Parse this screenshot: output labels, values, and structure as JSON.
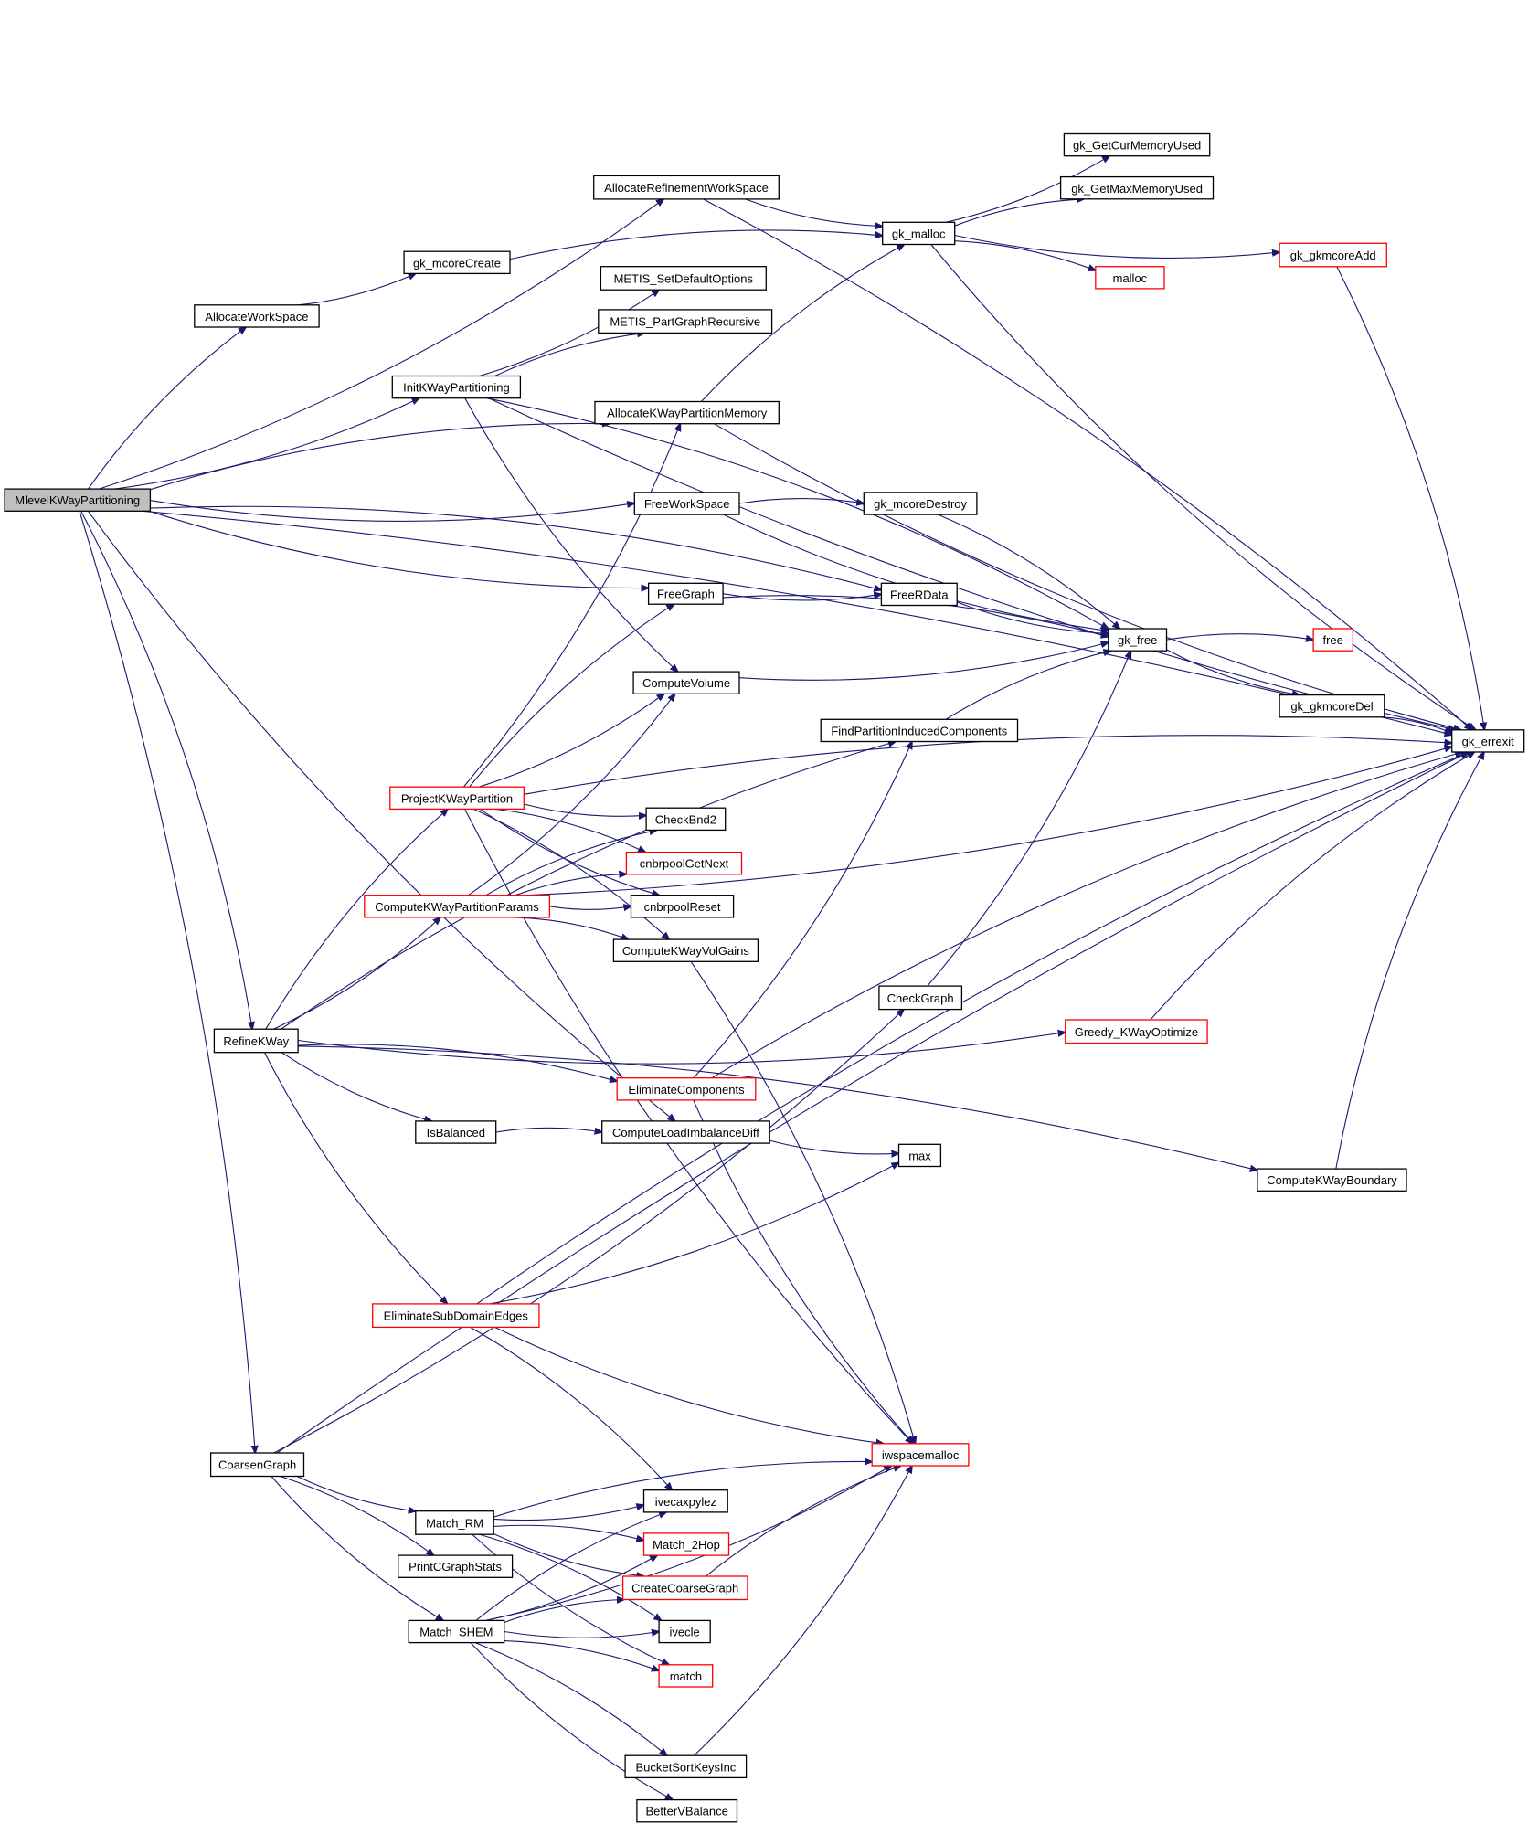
{
  "diagram": {
    "title": "Call graph for MlevelKWayPartitioning",
    "colors": {
      "edge": "#191970",
      "root_fill": "#bfbfbf",
      "node_border": "#000000",
      "external_border": "#ff0000"
    },
    "nodes": [
      {
        "id": "MlevelKWayPartitioning",
        "label": "MlevelKWayPartitioning",
        "kind": "root"
      },
      {
        "id": "AllocateRefinementWorkSpace",
        "label": "AllocateRefinementWorkSpace",
        "kind": "normal"
      },
      {
        "id": "gk_GetCurMemoryUsed",
        "label": "gk_GetCurMemoryUsed",
        "kind": "normal"
      },
      {
        "id": "gk_GetMaxMemoryUsed",
        "label": "gk_GetMaxMemoryUsed",
        "kind": "normal"
      },
      {
        "id": "gk_malloc",
        "label": "gk_malloc",
        "kind": "normal"
      },
      {
        "id": "gk_mcoreCreate",
        "label": "gk_mcoreCreate",
        "kind": "normal"
      },
      {
        "id": "gk_gkmcoreAdd",
        "label": "gk_gkmcoreAdd",
        "kind": "external"
      },
      {
        "id": "malloc",
        "label": "malloc",
        "kind": "external"
      },
      {
        "id": "METIS_SetDefaultOptions",
        "label": "METIS_SetDefaultOptions",
        "kind": "normal"
      },
      {
        "id": "AllocateWorkSpace",
        "label": "AllocateWorkSpace",
        "kind": "normal"
      },
      {
        "id": "METIS_PartGraphRecursive",
        "label": "METIS_PartGraphRecursive",
        "kind": "normal"
      },
      {
        "id": "InitKWayPartitioning",
        "label": "InitKWayPartitioning",
        "kind": "normal"
      },
      {
        "id": "AllocateKWayPartitionMemory",
        "label": "AllocateKWayPartitionMemory",
        "kind": "normal"
      },
      {
        "id": "FreeWorkSpace",
        "label": "FreeWorkSpace",
        "kind": "normal"
      },
      {
        "id": "gk_mcoreDestroy",
        "label": "gk_mcoreDestroy",
        "kind": "normal"
      },
      {
        "id": "FreeGraph",
        "label": "FreeGraph",
        "kind": "normal"
      },
      {
        "id": "FreeRData",
        "label": "FreeRData",
        "kind": "normal"
      },
      {
        "id": "gk_free",
        "label": "gk_free",
        "kind": "normal"
      },
      {
        "id": "free",
        "label": "free",
        "kind": "external"
      },
      {
        "id": "ComputeVolume",
        "label": "ComputeVolume",
        "kind": "normal"
      },
      {
        "id": "gk_gkmcoreDel",
        "label": "gk_gkmcoreDel",
        "kind": "normal"
      },
      {
        "id": "FindPartitionInducedComponents",
        "label": "FindPartitionInducedComponents",
        "kind": "normal"
      },
      {
        "id": "gk_errexit",
        "label": "gk_errexit",
        "kind": "normal"
      },
      {
        "id": "ProjectKWayPartition",
        "label": "ProjectKWayPartition",
        "kind": "external"
      },
      {
        "id": "CheckBnd2",
        "label": "CheckBnd2",
        "kind": "normal"
      },
      {
        "id": "cnbrpoolGetNext",
        "label": "cnbrpoolGetNext",
        "kind": "external"
      },
      {
        "id": "ComputeKWayPartitionParams",
        "label": "ComputeKWayPartitionParams",
        "kind": "external"
      },
      {
        "id": "cnbrpoolReset",
        "label": "cnbrpoolReset",
        "kind": "normal"
      },
      {
        "id": "ComputeKWayVolGains",
        "label": "ComputeKWayVolGains",
        "kind": "normal"
      },
      {
        "id": "CheckGraph",
        "label": "CheckGraph",
        "kind": "normal"
      },
      {
        "id": "RefineKWay",
        "label": "RefineKWay",
        "kind": "normal"
      },
      {
        "id": "Greedy_KWayOptimize",
        "label": "Greedy_KWayOptimize",
        "kind": "external"
      },
      {
        "id": "EliminateComponents",
        "label": "EliminateComponents",
        "kind": "external"
      },
      {
        "id": "IsBalanced",
        "label": "IsBalanced",
        "kind": "normal"
      },
      {
        "id": "ComputeLoadImbalanceDiff",
        "label": "ComputeLoadImbalanceDiff",
        "kind": "normal"
      },
      {
        "id": "max",
        "label": "max",
        "kind": "normal"
      },
      {
        "id": "ComputeKWayBoundary",
        "label": "ComputeKWayBoundary",
        "kind": "normal"
      },
      {
        "id": "EliminateSubDomainEdges",
        "label": "EliminateSubDomainEdges",
        "kind": "external"
      },
      {
        "id": "CoarsenGraph",
        "label": "CoarsenGraph",
        "kind": "normal"
      },
      {
        "id": "iwspacemalloc",
        "label": "iwspacemalloc",
        "kind": "external"
      },
      {
        "id": "ivecaxpylez",
        "label": "ivecaxpylez",
        "kind": "normal"
      },
      {
        "id": "Match_RM",
        "label": "Match_RM",
        "kind": "normal"
      },
      {
        "id": "Match_2Hop",
        "label": "Match_2Hop",
        "kind": "external"
      },
      {
        "id": "PrintCGraphStats",
        "label": "PrintCGraphStats",
        "kind": "normal"
      },
      {
        "id": "CreateCoarseGraph",
        "label": "CreateCoarseGraph",
        "kind": "external"
      },
      {
        "id": "Match_SHEM",
        "label": "Match_SHEM",
        "kind": "normal"
      },
      {
        "id": "ivecle",
        "label": "ivecle",
        "kind": "normal"
      },
      {
        "id": "match",
        "label": "match",
        "kind": "external"
      },
      {
        "id": "BucketSortKeysInc",
        "label": "BucketSortKeysInc",
        "kind": "normal"
      },
      {
        "id": "BetterVBalance",
        "label": "BetterVBalance",
        "kind": "normal"
      }
    ],
    "edges": [
      [
        "MlevelKWayPartitioning",
        "gk_errexit"
      ],
      [
        "MlevelKWayPartitioning",
        "AllocateRefinementWorkSpace"
      ],
      [
        "MlevelKWayPartitioning",
        "AllocateWorkSpace"
      ],
      [
        "MlevelKWayPartitioning",
        "InitKWayPartitioning"
      ],
      [
        "MlevelKWayPartitioning",
        "AllocateKWayPartitionMemory"
      ],
      [
        "MlevelKWayPartitioning",
        "FreeWorkSpace"
      ],
      [
        "MlevelKWayPartitioning",
        "FreeRData"
      ],
      [
        "MlevelKWayPartitioning",
        "FreeGraph"
      ],
      [
        "MlevelKWayPartitioning",
        "RefineKWay"
      ],
      [
        "MlevelKWayPartitioning",
        "ComputeLoadImbalanceDiff"
      ],
      [
        "MlevelKWayPartitioning",
        "CoarsenGraph"
      ],
      [
        "AllocateRefinementWorkSpace",
        "gk_malloc"
      ],
      [
        "AllocateRefinementWorkSpace",
        "gk_errexit"
      ],
      [
        "gk_malloc",
        "gk_GetCurMemoryUsed"
      ],
      [
        "gk_malloc",
        "gk_GetMaxMemoryUsed"
      ],
      [
        "gk_malloc",
        "gk_gkmcoreAdd"
      ],
      [
        "gk_malloc",
        "malloc"
      ],
      [
        "gk_malloc",
        "gk_errexit"
      ],
      [
        "gk_gkmcoreAdd",
        "gk_errexit"
      ],
      [
        "AllocateWorkSpace",
        "gk_mcoreCreate"
      ],
      [
        "gk_mcoreCreate",
        "gk_malloc"
      ],
      [
        "InitKWayPartitioning",
        "METIS_SetDefaultOptions"
      ],
      [
        "InitKWayPartitioning",
        "METIS_PartGraphRecursive"
      ],
      [
        "InitKWayPartitioning",
        "gk_errexit"
      ],
      [
        "InitKWayPartitioning",
        "gk_free"
      ],
      [
        "InitKWayPartitioning",
        "ComputeVolume"
      ],
      [
        "AllocateKWayPartitionMemory",
        "gk_malloc"
      ],
      [
        "AllocateKWayPartitionMemory",
        "gk_errexit"
      ],
      [
        "FreeWorkSpace",
        "gk_mcoreDestroy"
      ],
      [
        "FreeWorkSpace",
        "gk_free"
      ],
      [
        "gk_mcoreDestroy",
        "gk_free"
      ],
      [
        "FreeGraph",
        "FreeRData"
      ],
      [
        "FreeGraph",
        "gk_free"
      ],
      [
        "FreeRData",
        "gk_free"
      ],
      [
        "gk_free",
        "free"
      ],
      [
        "gk_free",
        "gk_gkmcoreDel"
      ],
      [
        "gk_gkmcoreDel",
        "gk_errexit"
      ],
      [
        "ComputeVolume",
        "gk_free"
      ],
      [
        "FindPartitionInducedComponents",
        "gk_free"
      ],
      [
        "ProjectKWayPartition",
        "AllocateKWayPartitionMemory"
      ],
      [
        "ProjectKWayPartition",
        "FreeGraph"
      ],
      [
        "ProjectKWayPartition",
        "ComputeVolume"
      ],
      [
        "ProjectKWayPartition",
        "gk_errexit"
      ],
      [
        "ProjectKWayPartition",
        "CheckBnd2"
      ],
      [
        "ProjectKWayPartition",
        "cnbrpoolGetNext"
      ],
      [
        "ProjectKWayPartition",
        "cnbrpoolReset"
      ],
      [
        "ProjectKWayPartition",
        "ComputeKWayVolGains"
      ],
      [
        "ProjectKWayPartition",
        "iwspacemalloc"
      ],
      [
        "ComputeKWayPartitionParams",
        "CheckBnd2"
      ],
      [
        "ComputeKWayPartitionParams",
        "ComputeVolume"
      ],
      [
        "ComputeKWayPartitionParams",
        "cnbrpoolGetNext"
      ],
      [
        "ComputeKWayPartitionParams",
        "cnbrpoolReset"
      ],
      [
        "ComputeKWayPartitionParams",
        "ComputeKWayVolGains"
      ],
      [
        "ComputeKWayPartitionParams",
        "gk_errexit"
      ],
      [
        "ComputeKWayVolGains",
        "iwspacemalloc"
      ],
      [
        "CheckGraph",
        "gk_free"
      ],
      [
        "RefineKWay",
        "ProjectKWayPartition"
      ],
      [
        "RefineKWay",
        "ComputeKWayPartitionParams"
      ],
      [
        "RefineKWay",
        "FindPartitionInducedComponents"
      ],
      [
        "RefineKWay",
        "Greedy_KWayOptimize"
      ],
      [
        "RefineKWay",
        "EliminateComponents"
      ],
      [
        "RefineKWay",
        "IsBalanced"
      ],
      [
        "RefineKWay",
        "ComputeKWayBoundary"
      ],
      [
        "RefineKWay",
        "EliminateSubDomainEdges"
      ],
      [
        "Greedy_KWayOptimize",
        "gk_errexit"
      ],
      [
        "EliminateComponents",
        "FindPartitionInducedComponents"
      ],
      [
        "EliminateComponents",
        "gk_errexit"
      ],
      [
        "EliminateComponents",
        "iwspacemalloc"
      ],
      [
        "IsBalanced",
        "ComputeLoadImbalanceDiff"
      ],
      [
        "ComputeLoadImbalanceDiff",
        "max"
      ],
      [
        "ComputeKWayBoundary",
        "gk_errexit"
      ],
      [
        "EliminateSubDomainEdges",
        "max"
      ],
      [
        "EliminateSubDomainEdges",
        "gk_errexit"
      ],
      [
        "EliminateSubDomainEdges",
        "iwspacemalloc"
      ],
      [
        "EliminateSubDomainEdges",
        "ivecaxpylez"
      ],
      [
        "CoarsenGraph",
        "CheckGraph"
      ],
      [
        "CoarsenGraph",
        "gk_errexit"
      ],
      [
        "CoarsenGraph",
        "Match_RM"
      ],
      [
        "CoarsenGraph",
        "PrintCGraphStats"
      ],
      [
        "CoarsenGraph",
        "Match_SHEM"
      ],
      [
        "Match_RM",
        "iwspacemalloc"
      ],
      [
        "Match_RM",
        "ivecaxpylez"
      ],
      [
        "Match_RM",
        "Match_2Hop"
      ],
      [
        "Match_RM",
        "CreateCoarseGraph"
      ],
      [
        "Match_RM",
        "ivecle"
      ],
      [
        "Match_RM",
        "match"
      ],
      [
        "Match_SHEM",
        "ivecaxpylez"
      ],
      [
        "Match_SHEM",
        "Match_2Hop"
      ],
      [
        "Match_SHEM",
        "CreateCoarseGraph"
      ],
      [
        "Match_SHEM",
        "ivecle"
      ],
      [
        "Match_SHEM",
        "match"
      ],
      [
        "Match_SHEM",
        "iwspacemalloc"
      ],
      [
        "Match_SHEM",
        "BucketSortKeysInc"
      ],
      [
        "Match_SHEM",
        "BetterVBalance"
      ],
      [
        "CreateCoarseGraph",
        "iwspacemalloc"
      ],
      [
        "BucketSortKeysInc",
        "iwspacemalloc"
      ]
    ]
  }
}
